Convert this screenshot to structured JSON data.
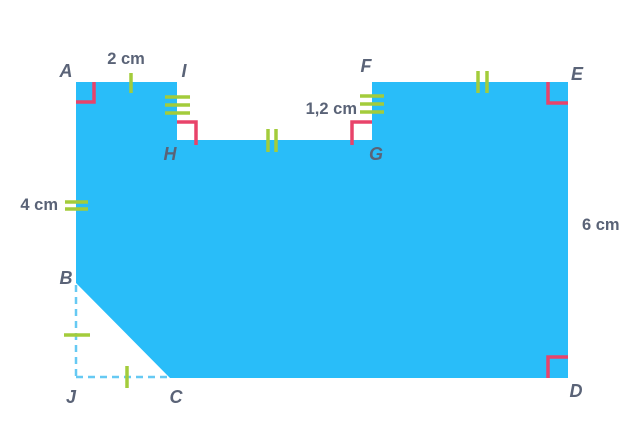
{
  "figure": {
    "colors": {
      "background": "#ffffff",
      "shape_fill": "#29bdf9",
      "tick_green": "#a3cc3b",
      "angle_red": "#e8436a",
      "label_text": "#5a6377",
      "dashed_blue": "#66c9f3"
    },
    "vertex_labels": {
      "A": "A",
      "B": "B",
      "C": "C",
      "D": "D",
      "E": "E",
      "F": "F",
      "G": "G",
      "H": "H",
      "I": "I",
      "J": "J"
    },
    "measurements": {
      "side_AI": "2 cm",
      "side_FG": "1,2 cm",
      "side_AB": "4 cm",
      "side_ED": "6 cm"
    }
  }
}
